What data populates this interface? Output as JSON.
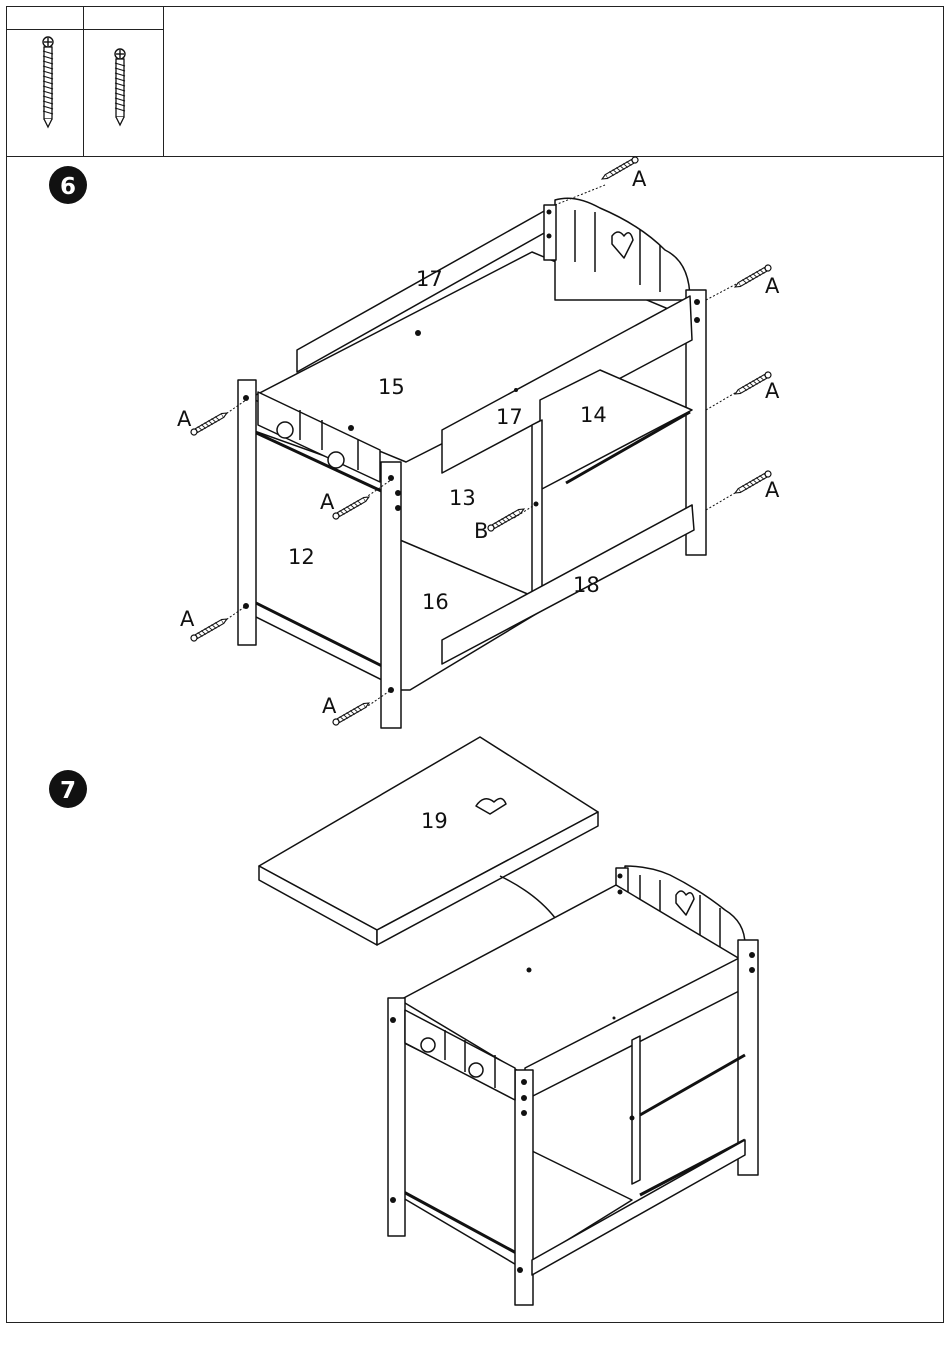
{
  "parts": [
    {
      "id": "A",
      "header": "",
      "icon": "long-screw-icon"
    },
    {
      "id": "B",
      "header": "",
      "icon": "short-screw-icon"
    }
  ],
  "steps": [
    {
      "number": "6",
      "part_labels": [
        "17",
        "15",
        "17",
        "14",
        "13",
        "12",
        "16",
        "18"
      ],
      "screw_labels": [
        "A",
        "A",
        "A",
        "A",
        "A",
        "A",
        "A",
        "A",
        "B"
      ]
    },
    {
      "number": "7",
      "part_labels": [
        "19"
      ]
    }
  ]
}
